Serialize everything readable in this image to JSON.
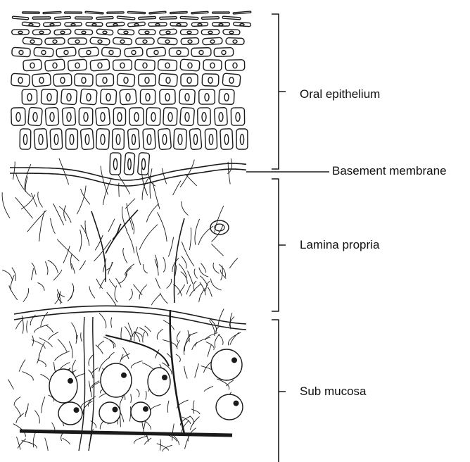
{
  "labels": {
    "oral_epithelium": "Oral epithelium",
    "basement_membrane": "Basement membrane",
    "lamina_propria": "Lamina propria",
    "sub_mucosa": "Sub mucosa"
  },
  "colors": {
    "ink": "#1a1a1a",
    "background": "#ffffff"
  }
}
